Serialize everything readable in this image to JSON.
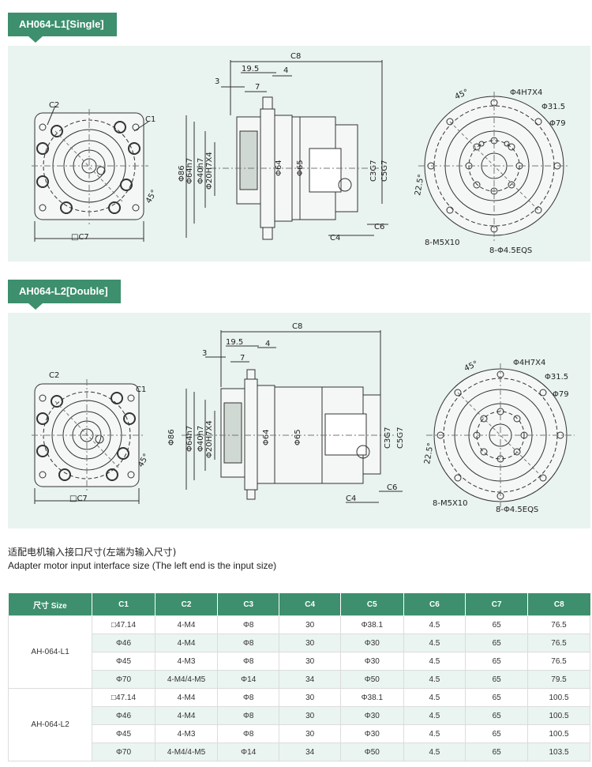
{
  "section1": {
    "title": "AH064-L1[Single]"
  },
  "section2": {
    "title": "AH064-L2[Double]"
  },
  "drawing": {
    "c1": "C1",
    "c2": "C2",
    "c3g7": "C3G7",
    "c4": "C4",
    "c5g7": "C5G7",
    "c6": "C6",
    "c7": "□C7",
    "c8": "C8",
    "d195": "19.5",
    "d3": "3",
    "d4": "4",
    "d7": "7",
    "phi86": "Φ86",
    "phi64h7": "Φ64h7",
    "phi40h7": "Φ40h7",
    "phi20h7x4": "Φ20H7X4",
    "phi64": "Φ64",
    "phi65": "Φ65",
    "deg45": "45°",
    "deg225": "22.5°",
    "phi4h7x4": "Φ4H7X4",
    "phi315": "Φ31.5",
    "phi79": "Φ79",
    "m5x10": "8-M5X10",
    "eqs": "8-Φ4.5EQS"
  },
  "caption": {
    "zh": "适配电机输入接口尺寸(左端为输入尺寸)",
    "en": "Adapter motor input interface size (The left end is the input size)"
  },
  "table": {
    "headers": [
      "尺寸 Size",
      "C1",
      "C2",
      "C3",
      "C4",
      "C5",
      "C6",
      "C7",
      "C8"
    ],
    "groups": [
      {
        "model": "AH-064-L1",
        "rows": [
          [
            "□47.14",
            "4-M4",
            "Φ8",
            "30",
            "Φ38.1",
            "4.5",
            "65",
            "76.5"
          ],
          [
            "Φ46",
            "4-M4",
            "Φ8",
            "30",
            "Φ30",
            "4.5",
            "65",
            "76.5"
          ],
          [
            "Φ45",
            "4-M3",
            "Φ8",
            "30",
            "Φ30",
            "4.5",
            "65",
            "76.5"
          ],
          [
            "Φ70",
            "4-M4/4-M5",
            "Φ14",
            "34",
            "Φ50",
            "4.5",
            "65",
            "79.5"
          ]
        ]
      },
      {
        "model": "AH-064-L2",
        "rows": [
          [
            "□47.14",
            "4-M4",
            "Φ8",
            "30",
            "Φ38.1",
            "4.5",
            "65",
            "100.5"
          ],
          [
            "Φ46",
            "4-M4",
            "Φ8",
            "30",
            "Φ30",
            "4.5",
            "65",
            "100.5"
          ],
          [
            "Φ45",
            "4-M3",
            "Φ8",
            "30",
            "Φ30",
            "4.5",
            "65",
            "100.5"
          ],
          [
            "Φ70",
            "4-M4/4-M5",
            "Φ14",
            "34",
            "Φ50",
            "4.5",
            "65",
            "103.5"
          ]
        ]
      }
    ]
  }
}
